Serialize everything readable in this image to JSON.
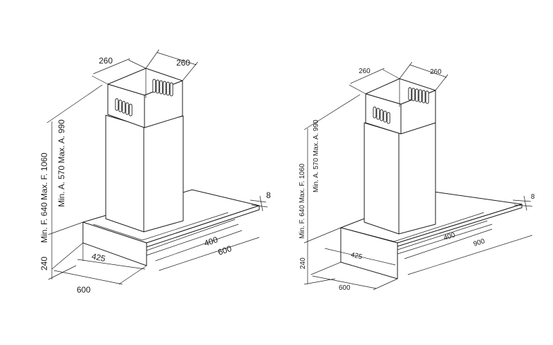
{
  "left_hood": {
    "dim_chimney_left": "260",
    "dim_chimney_right": "260",
    "dim_canopy_depth_inner": "425",
    "dim_canopy_width_inner": "400",
    "dim_canopy_width_outer": "600",
    "dim_canopy_front": "600",
    "dim_glass_thickness": "8",
    "dim_canopy_height": "240",
    "dim_height_range_1": "Min. F. 640 Max. F. 1060",
    "dim_height_range_2": "Min. A. 570 Max. A. 990"
  },
  "right_hood": {
    "dim_chimney_left": "260",
    "dim_chimney_right": "260",
    "dim_canopy_depth_inner": "425",
    "dim_canopy_width_inner": "400",
    "dim_canopy_width_outer": "900",
    "dim_canopy_front": "600",
    "dim_glass_thickness": "8",
    "dim_canopy_height": "240",
    "dim_height_range_1": "Min. F. 640 Max. F. 1060",
    "dim_height_range_2": "Min. A. 570 Max. A. 990"
  }
}
